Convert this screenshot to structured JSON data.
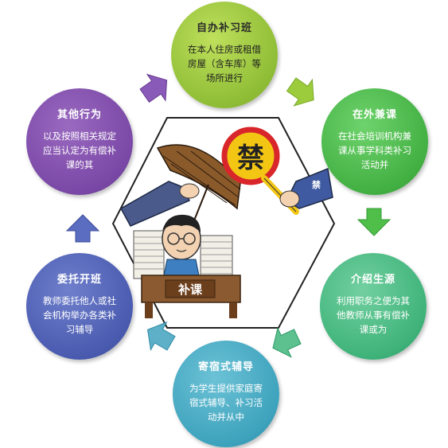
{
  "center": {
    "sign_text": "禁",
    "desk_label": "补课",
    "arm_tag": "禁"
  },
  "nodes": [
    {
      "id": "top",
      "title": "自办补习班",
      "body": "在本人住房或租借房屋（含车库）等场所进行"
    },
    {
      "id": "tr",
      "title": "在外兼课",
      "body": "在社会培训机构兼课从事学科类补习活动并"
    },
    {
      "id": "br",
      "title": "介绍生源",
      "body": "利用职务之便为其他教师从事有偿补课或为"
    },
    {
      "id": "bot",
      "title": "寄宿式辅导",
      "body": "为学生提供家庭寄宿式辅导、补习活动并从中"
    },
    {
      "id": "bl",
      "title": "委托开班",
      "body": "教师委托他人或社会机构举办各类补习辅导"
    },
    {
      "id": "tl",
      "title": "其他行为",
      "body": "以及按照相关规定应当认定为有偿补课的其"
    }
  ],
  "colors": {
    "top": "#8fbd36",
    "tr": "#43b043",
    "br": "#3fb37a",
    "bot": "#3ea3bd",
    "bl": "#4a5bb0",
    "tl": "#7a48a6",
    "sign_red": "#d8262a",
    "sign_yellow": "#f3c614",
    "umbrella": "#8a5a2b"
  },
  "icons": [
    "up-arrow-icon",
    "chevron-arrow-icon",
    "umbrella-icon",
    "ban-sign-icon"
  ]
}
